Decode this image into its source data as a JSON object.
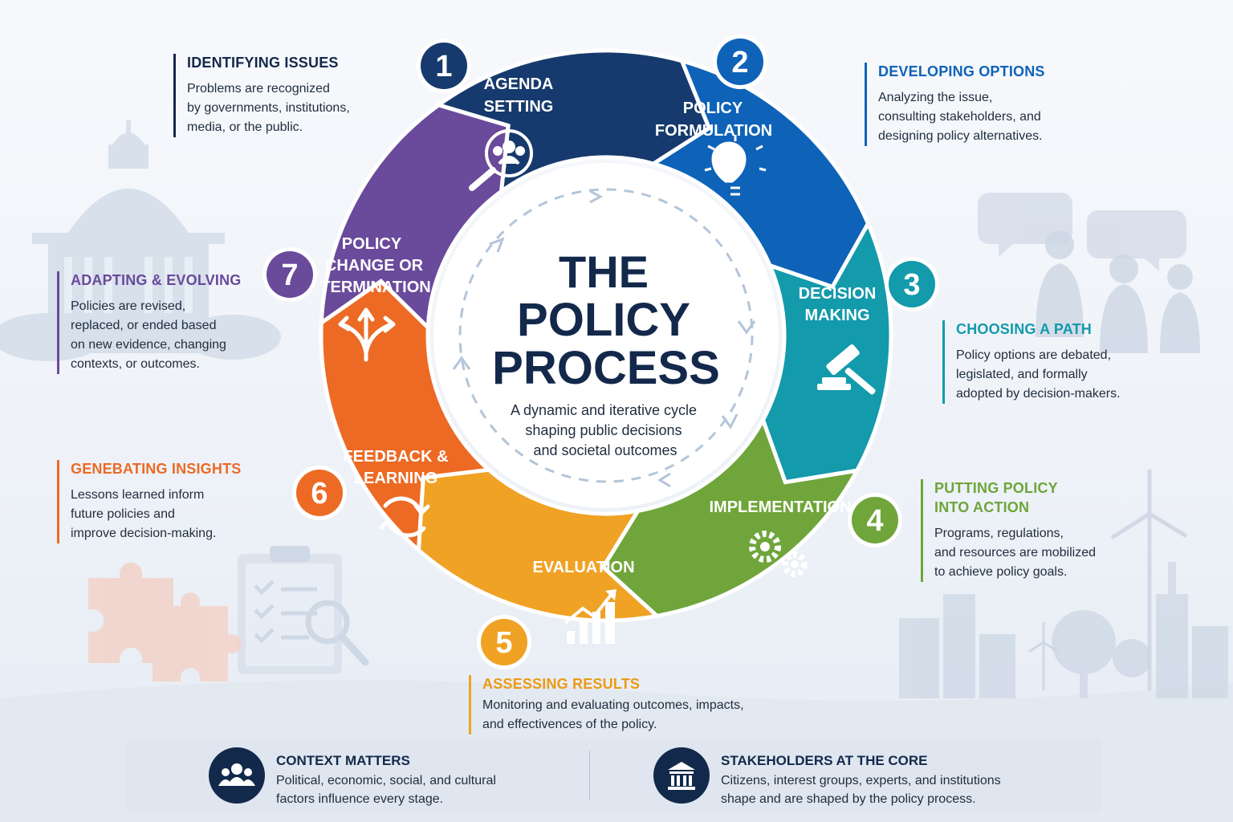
{
  "colors": {
    "navy": "#13294b",
    "stage1": "#163a6d",
    "stage2": "#0e63b8",
    "stage3": "#139aab",
    "stage4": "#6fa53a",
    "stage5": "#f0a224",
    "stage6": "#ec6a24",
    "stage7": "#6a4a9b"
  },
  "center": {
    "title_line1": "THE",
    "title_line2": "POLICY",
    "title_line3": "PROCESS",
    "subtitle_line1": "A dynamic and iterative cycle",
    "subtitle_line2": "shaping public decisions",
    "subtitle_line3": "and societal outcomes"
  },
  "stages": [
    {
      "number": "1",
      "line1": "AGENDA",
      "line2": "SETTING",
      "icon": "magnifier-people-icon"
    },
    {
      "number": "2",
      "line1": "POLICY",
      "line2": "FORMULATION",
      "icon": "lightbulb-icon"
    },
    {
      "number": "3",
      "line1": "DECISION",
      "line2": "MAKING",
      "icon": "gavel-icon"
    },
    {
      "number": "4",
      "line1": "IMPLEMENTATION",
      "icon": "gears-icon"
    },
    {
      "number": "5",
      "line1": "EVALUATION",
      "icon": "bar-chart-icon"
    },
    {
      "number": "6",
      "line1": "FEEDBACK &",
      "line2": "LEARNING",
      "icon": "refresh-icon"
    },
    {
      "number": "7",
      "line1": "POLICY",
      "line2": "CHANGE OR",
      "line3": "TERMINATION",
      "icon": "split-arrows-icon"
    }
  ],
  "callouts": [
    {
      "title": "IDENTIFYING ISSUES",
      "body": [
        "Problems are recognized",
        "by governments, institutions,",
        "media, or the public."
      ]
    },
    {
      "title": "DEVELOPING OPTIONS",
      "body": [
        "Analyzing the issue,",
        "consulting stakeholders, and",
        "designing policy alternatives."
      ]
    },
    {
      "title": "CHOOSING A PATH",
      "body": [
        "Policy options are debated,",
        "legislated, and formally",
        "adopted by decision-makers."
      ]
    },
    {
      "title": "PUTTING POLICY",
      "title2": "INTO ACTION",
      "body": [
        "Programs, regulations,",
        "and resources are mobilized",
        "to achieve policy goals."
      ]
    },
    {
      "title": "ASSESSING RESULTS",
      "body": [
        "Monitoring and evaluating outcomes, impacts,",
        "and effectivences of the policy."
      ]
    },
    {
      "title": "GENEBATING INSIGHTS",
      "body": [
        "Lessons learned inform",
        "future policies and",
        "improve decision-making."
      ]
    },
    {
      "title": "ADAPTING & EVOLVING",
      "body": [
        "Policies are revised,",
        "replaced, or ended based",
        "on new evidence, changing",
        "contexts, or outcomes."
      ]
    }
  ],
  "footer": {
    "left": {
      "title": "CONTEXT MATTERS",
      "line1": "Political, economic, social, and cultural",
      "line2": "factors influence every stage.",
      "icon": "people-group-icon"
    },
    "right": {
      "title": "STAKEHOLDERS AT THE CORE",
      "line1": "Citizens, interest groups, experts, and institutions",
      "line2": "shape and are shaped by the policy process.",
      "icon": "institution-icon"
    }
  }
}
